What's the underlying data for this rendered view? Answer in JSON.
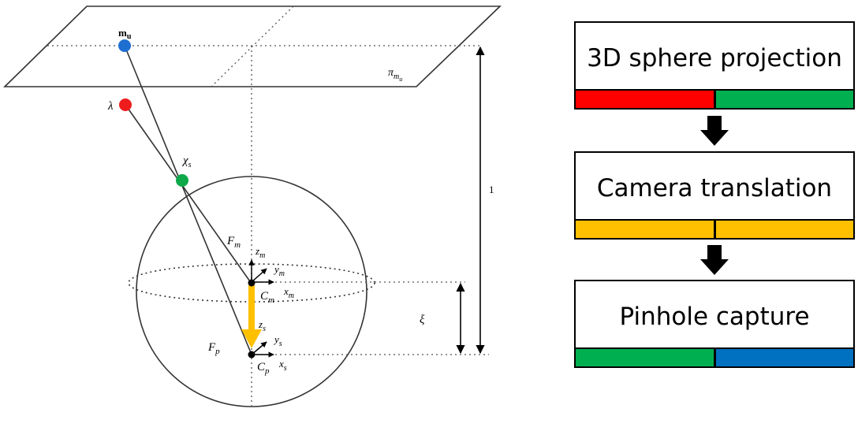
{
  "diagram": {
    "labels": {
      "m_u": "m",
      "m_u_sub": "u",
      "lambda": "λ",
      "chi_s": "χ",
      "chi_s_sub": "s",
      "pi": "π",
      "pi_sub": "m",
      "pi_subsub": "u",
      "one": "1",
      "xi": "ξ",
      "F_m": "F",
      "F_m_sub": "m",
      "F_p": "F",
      "F_p_sub": "p",
      "C_m": "C",
      "C_m_sub": "m",
      "C_p": "C",
      "C_p_sub": "p",
      "z_m": "z",
      "z_m_sub": "m",
      "y_m": "y",
      "y_m_sub": "m",
      "x_m": "x",
      "x_m_sub": "m",
      "z_s": "z",
      "z_s_sub": "s",
      "y_s": "y",
      "y_s_sub": "s",
      "x_s": "x",
      "x_s_sub": "s"
    },
    "colors": {
      "m_u_point": "#1f6fd1",
      "lambda_point": "#ee1c1c",
      "chi_point": "#0fa84a",
      "translation_arrow": "#ffc000"
    }
  },
  "flowchart": {
    "steps": [
      {
        "label": "3D sphere projection",
        "colors": [
          "#ff0000",
          "#00b050"
        ]
      },
      {
        "label": "Camera translation",
        "colors": [
          "#ffc000",
          "#ffc000"
        ]
      },
      {
        "label": "Pinhole capture",
        "colors": [
          "#00b050",
          "#0070c0"
        ]
      }
    ],
    "arrow_icon": "down-arrow-icon"
  }
}
